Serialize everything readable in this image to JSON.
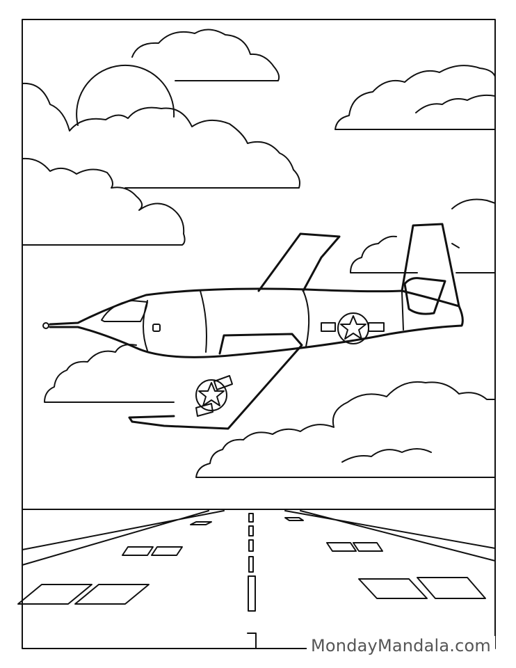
{
  "page": {
    "title": "Coloring page: X-1 airplane over a runway"
  },
  "watermark": {
    "text": "MondayMandala.com"
  },
  "colors": {
    "ink": "#111111",
    "paper": "#ffffff",
    "watermark": "#555555"
  },
  "scene": {
    "sun": "sun",
    "airplane": "x1-rocket-plane",
    "insignia": [
      "star-roundel-wing",
      "star-roundel-fuselage"
    ],
    "ground": "runway"
  }
}
